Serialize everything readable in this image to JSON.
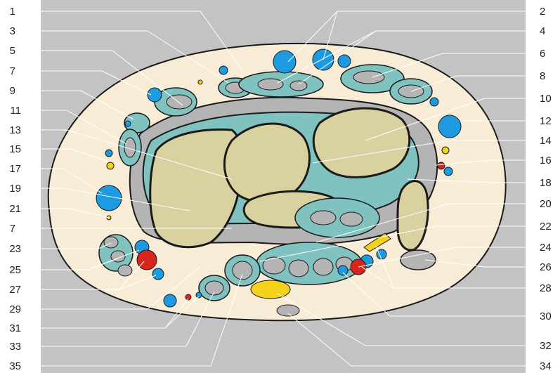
{
  "figure": {
    "colors": {
      "background": "#c3c3c3",
      "skin": "#f8ecd7",
      "bone": "#d9d1a0",
      "tendon_sheath": "#7fc2bf",
      "tendon": "#b4b4b4",
      "vein": "#1e9be0",
      "artery": "#d8261e",
      "nerve": "#f5d21a",
      "outline": "#1a1a1a"
    },
    "left_labels": [
      "1",
      "3",
      "5",
      "7",
      "9",
      "11",
      "13",
      "15",
      "17",
      "19",
      "21",
      "7",
      "23",
      "25",
      "27",
      "29",
      "31",
      "33",
      "35"
    ],
    "right_labels": [
      "2",
      "4",
      "6",
      "8",
      "10",
      "12",
      "14",
      "16",
      "18",
      "20",
      "22",
      "24",
      "26",
      "28",
      "30",
      "32",
      "34"
    ]
  }
}
